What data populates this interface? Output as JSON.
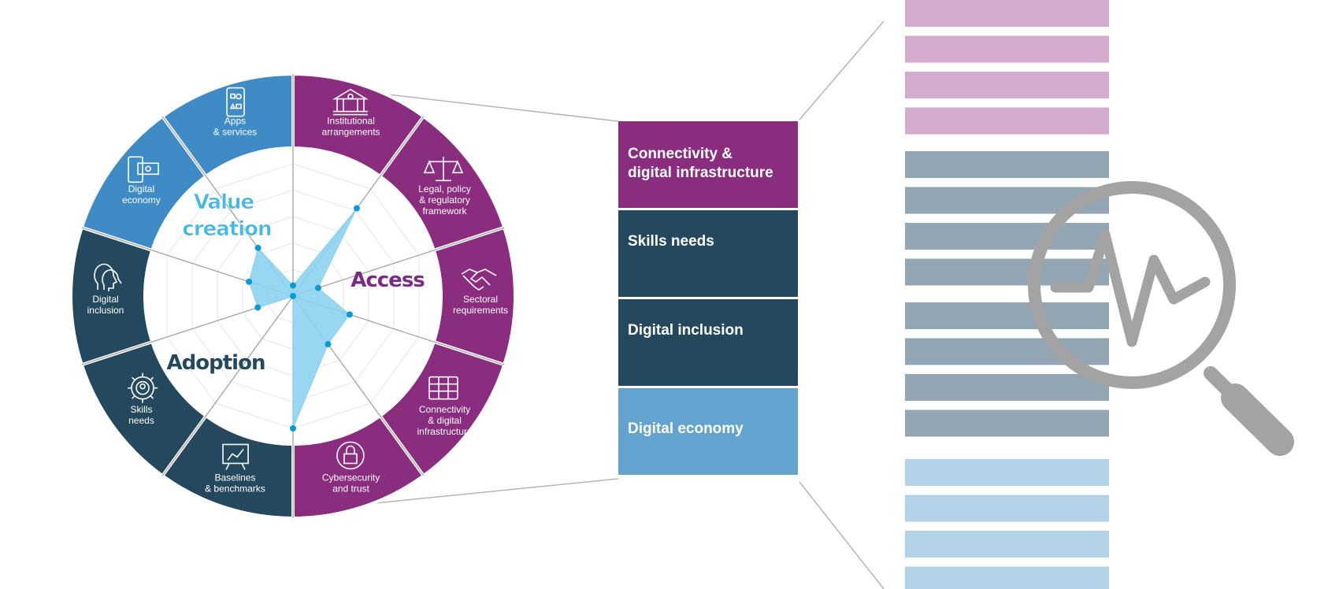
{
  "colors": {
    "access": "#8B2D7F",
    "adoption": "#24495E",
    "value_creation": "#3E8BC6",
    "radar_fill": "#8DD3F0",
    "radar_point": "#0A9BD7",
    "access_text": "#7A2B88",
    "adoption_text": "#24495E",
    "value_text": "#47B7E8",
    "connector": "#B5B5B5",
    "bars_top": "#D4AACE",
    "bars_mid": "#93A6B3",
    "bars_bottom": "#B3D2E7",
    "magnifier": "#A3A3A3"
  },
  "wheel": {
    "segments": [
      {
        "id": "institutional",
        "group": "access",
        "icon": "bank-icon",
        "lines": [
          "Institutional",
          "arrangements"
        ]
      },
      {
        "id": "legal",
        "group": "access",
        "icon": "scales-icon",
        "lines": [
          "Legal, policy",
          "& regulatory",
          "framework"
        ]
      },
      {
        "id": "sectoral",
        "group": "access",
        "icon": "handshake-icon",
        "lines": [
          "Sectoral",
          "requirements"
        ]
      },
      {
        "id": "connectivity",
        "group": "access",
        "icon": "server-icon",
        "lines": [
          "Connectivity",
          "& digital",
          "infrastructure"
        ]
      },
      {
        "id": "cybersecurity",
        "group": "access",
        "icon": "lock-icon",
        "lines": [
          "Cybersecurity",
          "and trust"
        ]
      },
      {
        "id": "baselines",
        "group": "adoption",
        "icon": "chart-board-icon",
        "lines": [
          "Baselines",
          "& benchmarks"
        ]
      },
      {
        "id": "skills",
        "group": "adoption",
        "icon": "gear-person-icon",
        "lines": [
          "Skills",
          "needs"
        ]
      },
      {
        "id": "inclusion",
        "group": "adoption",
        "icon": "heads-icon",
        "lines": [
          "Digital",
          "inclusion"
        ]
      },
      {
        "id": "economy",
        "group": "value_creation",
        "icon": "phone-money-icon",
        "lines": [
          "Digital",
          "economy"
        ]
      },
      {
        "id": "apps",
        "group": "value_creation",
        "icon": "mobile-apps-icon",
        "lines": [
          "Apps",
          "& services"
        ]
      }
    ],
    "groups": {
      "access": "Access",
      "adoption": "Adoption",
      "value_creation_line1": "Value",
      "value_creation_line2": "creation"
    },
    "radar_values": [
      0.08,
      0.82,
      0.2,
      0.45,
      0.45,
      1.0,
      0.0,
      0.28,
      0.35,
      0.45
    ]
  },
  "boxes": [
    {
      "lines": [
        "Connectivity &",
        "digital infrastructure"
      ],
      "color": "#8B2D7F"
    },
    {
      "lines": [
        "Skills needs"
      ],
      "color": "#24495E"
    },
    {
      "lines": [
        "Digital inclusion"
      ],
      "color": "#24495E"
    },
    {
      "lines": [
        "Digital economy"
      ],
      "color": "#63A3D0"
    }
  ]
}
